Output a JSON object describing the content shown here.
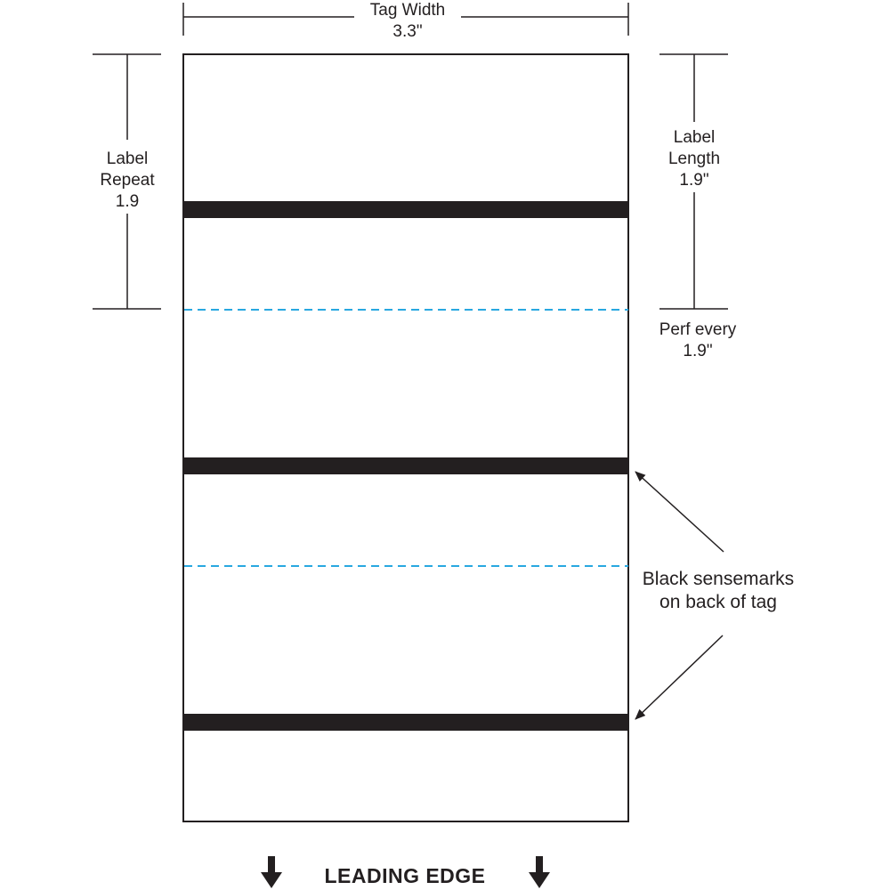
{
  "tag_width": {
    "title": "Tag Width",
    "value": "3.3\""
  },
  "label_repeat": {
    "line1": "Label",
    "line2": "Repeat",
    "value": "1.9"
  },
  "label_length": {
    "line1": "Label",
    "line2": "Length",
    "value": "1.9\""
  },
  "perf": {
    "line1": "Perf every",
    "value": "1.9\""
  },
  "sensemarks": {
    "line1": "Black sensemarks",
    "line2": "on back of tag"
  },
  "leading_edge": {
    "label": "LEADING EDGE"
  },
  "colors": {
    "ink": "#231f20",
    "sensemark": "#231f20",
    "perforation": "#29a8e0",
    "background": "#ffffff"
  }
}
